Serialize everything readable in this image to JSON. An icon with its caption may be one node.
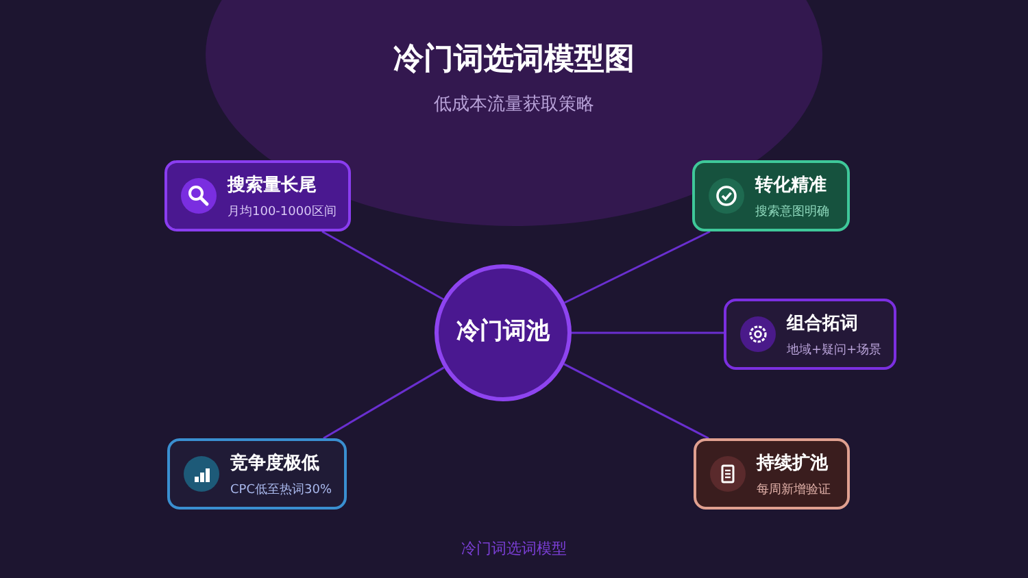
{
  "diagram": {
    "title": "冷门词选词模型图",
    "nodes": [
      {
        "text": [
          "冷门词池"
        ]
      },
      {
        "text": [
          "搜索量长尾",
          "月均100-1000区间"
        ]
      },
      {
        "text": [
          "转化精准",
          "搜索意图明确"
        ]
      },
      {
        "text": [
          "组合拓词",
          "地域+疑问+场景"
        ]
      },
      {
        "text": [
          "竞争度极低",
          "CPC低至热词30%"
        ]
      },
      {
        "text": [
          "持续扩池",
          "每周新增验证"
        ]
      }
    ],
    "edges": [
      {
        "from": 0,
        "to": 1,
        "arrow": "none"
      },
      {
        "from": 0,
        "to": 2,
        "arrow": "none"
      },
      {
        "from": 0,
        "to": 3,
        "arrow": "none"
      },
      {
        "from": 0,
        "to": 4,
        "arrow": "none"
      },
      {
        "from": 0,
        "to": 5,
        "arrow": "none"
      }
    ],
    "labels": [
      "低成本流量获取策略",
      "冷门词选词模型"
    ]
  }
}
